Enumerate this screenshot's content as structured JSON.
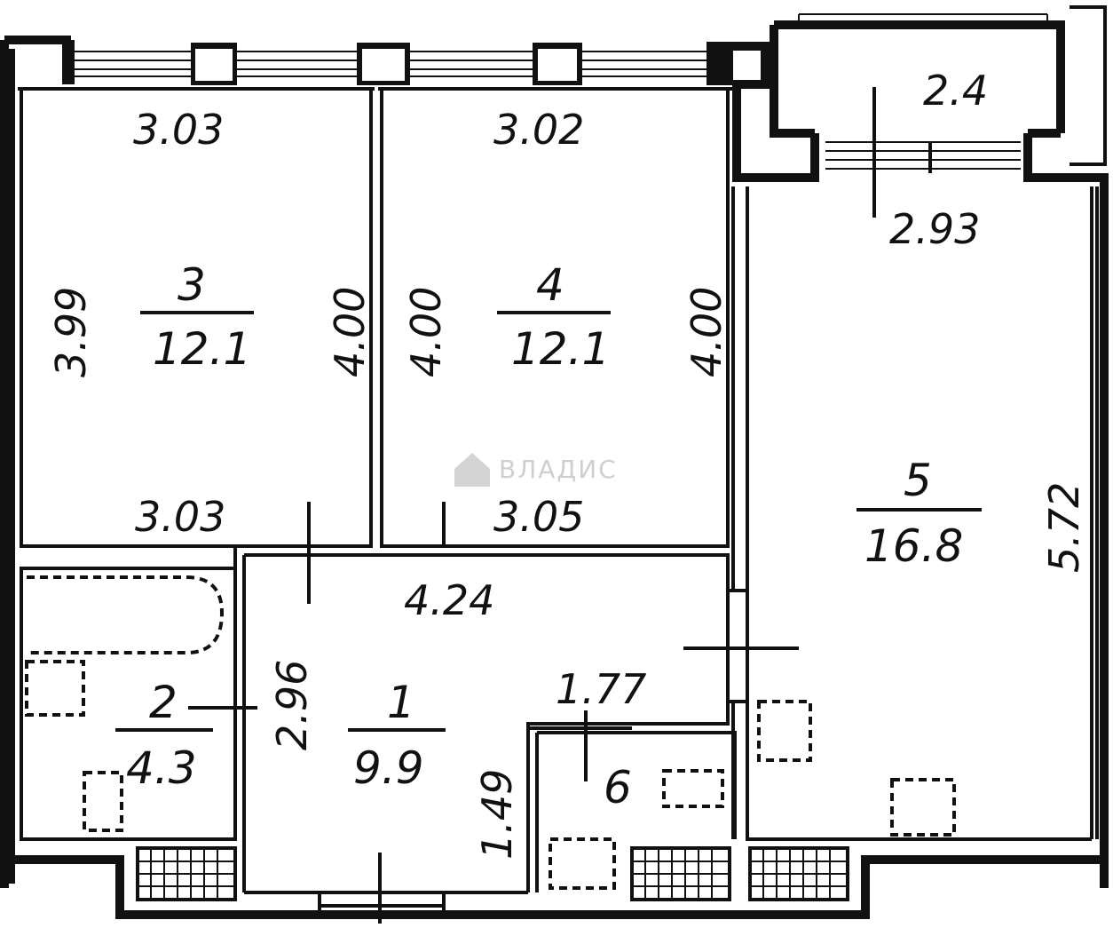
{
  "watermark": "ВЛАДИС",
  "rooms": [
    {
      "number": "1",
      "area": "9.9"
    },
    {
      "number": "2",
      "area": "4.3"
    },
    {
      "number": "3",
      "area": "12.1"
    },
    {
      "number": "4",
      "area": "12.1"
    },
    {
      "number": "5",
      "area": "16.8"
    },
    {
      "number": "6",
      "area": ""
    }
  ],
  "dimensions": {
    "room3_top": "3.03",
    "room3_bottom": "3.03",
    "room3_left": "3.99",
    "room3_right": "4.00",
    "room4_top": "3.02",
    "room4_bottom": "3.05",
    "room4_left": "4.00",
    "room4_right": "4.00",
    "balcony": "2.4",
    "room5_top": "2.93",
    "room5_right": "5.72",
    "hall_top": "4.24",
    "hall_left": "2.96",
    "hall_inner": "1.77",
    "hall_bottom": "1.49"
  }
}
